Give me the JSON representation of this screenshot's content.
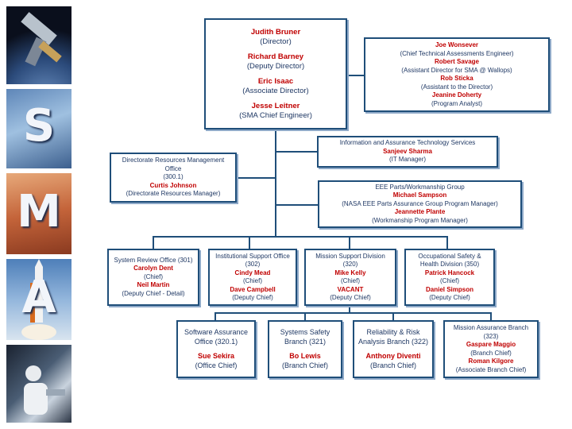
{
  "sidebar": {
    "letters": [
      "S",
      "M",
      "A"
    ]
  },
  "director_box": {
    "people": [
      {
        "name": "Judith Bruner",
        "title": "(Director)"
      },
      {
        "name": "Richard Barney",
        "title": "(Deputy Director)"
      },
      {
        "name": "Eric Isaac",
        "title": "(Associate Director)"
      },
      {
        "name": "Jesse Leitner",
        "title": "(SMA Chief Engineer)"
      }
    ]
  },
  "staff_box": {
    "people": [
      {
        "name": "Joe Wonsever",
        "title": "(Chief Technical Assessments Engineer)"
      },
      {
        "name": "Robert Savage",
        "title": "(Assistant Director for SMA @ Wallops)"
      },
      {
        "name": "Rob Sticka",
        "title": "(Assistant to the Director)"
      },
      {
        "name": "Jeanine Doherty",
        "title": "(Program Analyst)"
      }
    ]
  },
  "resources_box": {
    "title": "Directorate Resources Management Office",
    "code": "(300.1)",
    "name": "Curtis Johnson",
    "role": "(Directorate Resources Manager)"
  },
  "it_box": {
    "title": "Information and Assurance Technology Services",
    "name": "Sanjeev Sharma",
    "role": "(IT Manager)"
  },
  "eee_box": {
    "title": "EEE Parts/Workmanship Group",
    "name1": "Michael Sampson",
    "role1": "(NASA EEE Parts Assurance Group Program Manager)",
    "name2": "Jeannette Plante",
    "role2": "(Workmanship Program Manager)"
  },
  "divisions": [
    {
      "title": "System Review Office (301)",
      "chief": "Carolyn Dent",
      "chief_role": "(Chief)",
      "deputy": "Neil Martin",
      "deputy_role": "(Deputy Chief - Detail)"
    },
    {
      "title": "Institutional Support Office (302)",
      "chief": "Cindy Mead",
      "chief_role": "(Chief)",
      "deputy": "Dave Campbell",
      "deputy_role": "(Deputy Chief)"
    },
    {
      "title": "Mission Support Division (320)",
      "chief": "Mike Kelly",
      "chief_role": "(Chief)",
      "deputy": "VACANT",
      "deputy_role": "(Deputy Chief)"
    },
    {
      "title": "Occupational Safety & Health Division (350)",
      "chief": "Patrick Hancock",
      "chief_role": "(Chief)",
      "deputy": "Daniel Simpson",
      "deputy_role": "(Deputy Chief)"
    }
  ],
  "branches": [
    {
      "title": "Software Assurance Office (320.1)",
      "name": "Sue Sekira",
      "role": "(Office Chief)"
    },
    {
      "title": "Systems Safety Branch (321)",
      "name": "Bo Lewis",
      "role": "(Branch Chief)"
    },
    {
      "title": "Reliability & Risk Analysis Branch (322)",
      "name": "Anthony Diventi",
      "role": "(Branch Chief)"
    },
    {
      "title": "Mission Assurance Branch (323)",
      "name": "Gaspare Maggio",
      "role": "(Branch Chief)",
      "name2": "Roman Kilgore",
      "role2": "(Associate Branch Chief)"
    }
  ]
}
